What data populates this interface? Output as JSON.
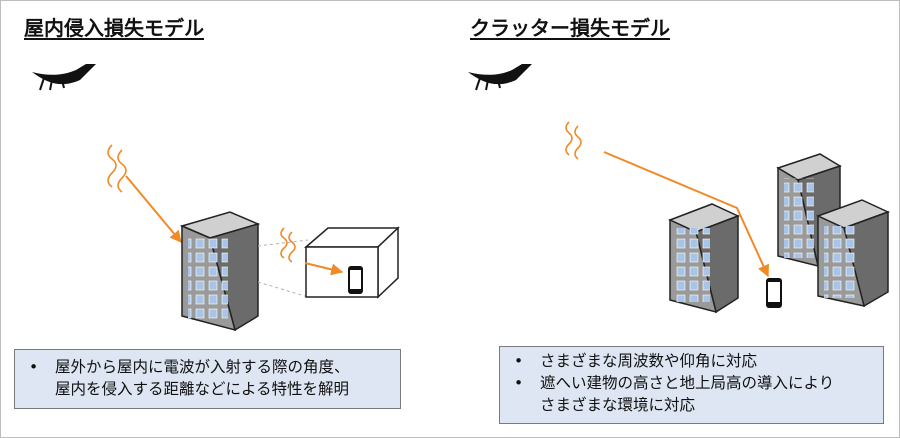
{
  "left": {
    "title": "屋内侵入損失モデル",
    "note_line1": "屋外から屋内に電波が入射する際の角度、",
    "note_line2": "屋内を侵入する距離などによる特性を解明"
  },
  "right": {
    "title": "クラッター損失モデル",
    "note1": "さまざまな周波数や仰角に対応",
    "note2_line1": "遮へい建物の高さと地上局高の導入により",
    "note2_line2": "さまざまな環境に対応"
  },
  "bullet": "•",
  "colors": {
    "arrow": "#f08a24",
    "building_front": "#9a9a9a",
    "building_side": "#6b6b6b",
    "window": "#a9c4e6",
    "box_fill": "#dde6f2"
  }
}
